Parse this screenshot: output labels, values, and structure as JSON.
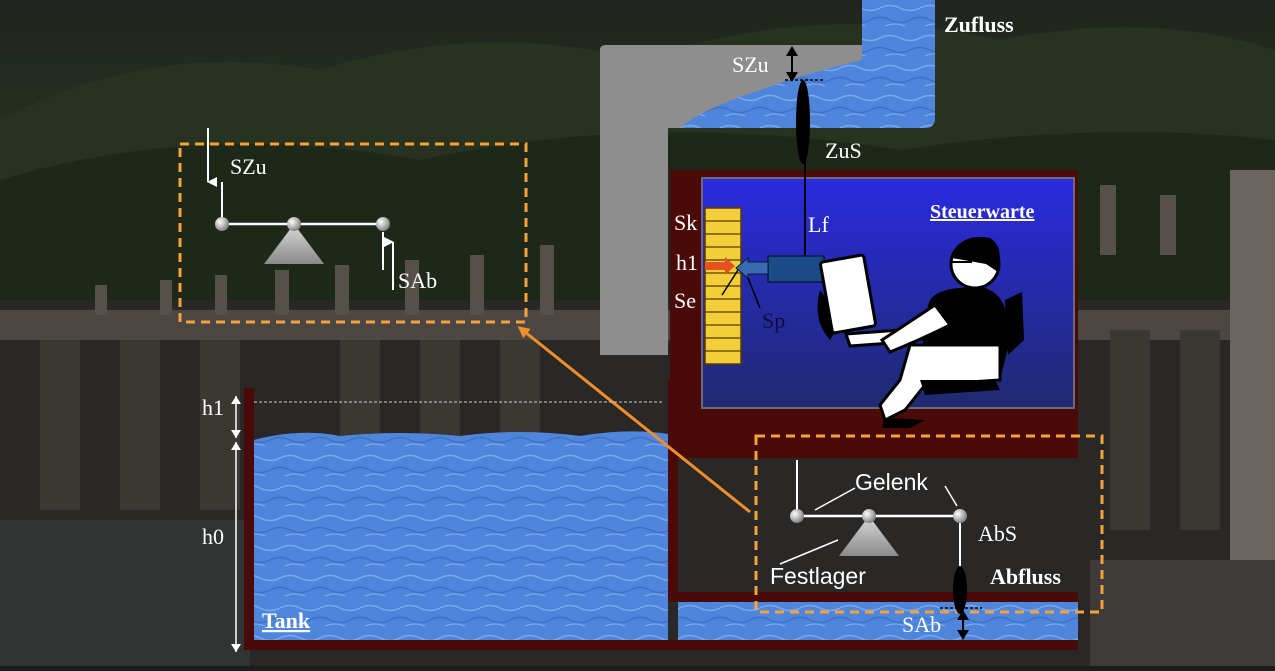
{
  "labels": {
    "zufluss": "Zufluss",
    "szu_top": "SZu",
    "zus": "ZuS",
    "steuerwarte": "Steuerwarte",
    "sk": "Sk",
    "h1_panel": "h1",
    "se": "Se",
    "sp": "Sp",
    "lf": "Lf",
    "szu_left": "SZu",
    "sab_left": "SAb",
    "h1_tank": "h1",
    "h0": "h0",
    "tank": "Tank",
    "gelenk": "Gelenk",
    "abs": "AbS",
    "festlager": "Festlager",
    "abfluss": "Abfluss",
    "sab_bottom": "SAb"
  },
  "colors": {
    "water": "#4f86dc",
    "wall": "#4a0a08",
    "gray_pipe": "#8e8e8e",
    "screen_blue": "#2a2ccf",
    "dashed_orange": "#f5a23a",
    "arrow_orange": "#f0902a",
    "sensor_yellow": "#f2cf3a"
  }
}
